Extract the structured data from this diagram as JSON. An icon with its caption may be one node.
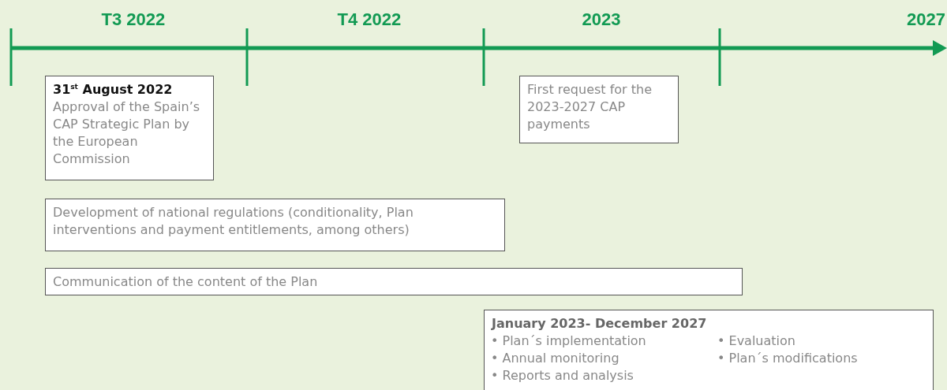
{
  "diagram": {
    "nodes": [
      {
        "text": [
          "31$^{st}$ August 2022",
          "Approval of the Spain’s CAP Strategic Plan by the European Commission"
        ]
      },
      {
        "text": [
          "First request for the 2023-2027 CAP payments"
        ]
      },
      {
        "text": [
          "Development of national regulations (conditionality, Plan interventions and payment entitlements, among others)"
        ]
      },
      {
        "text": [
          "Communication of the content of the Plan"
        ]
      },
      {
        "text": [
          "January 2023- December 2027",
          "• Plan´s implementation",
          "• Annual monitoring",
          "• Reports and analysis",
          "• Evaluation",
          "• Plan´s modifications"
        ]
      }
    ],
    "edges": [],
    "labels": [
      "T3 2022",
      "T4 2022",
      "2023",
      "2027"
    ]
  }
}
